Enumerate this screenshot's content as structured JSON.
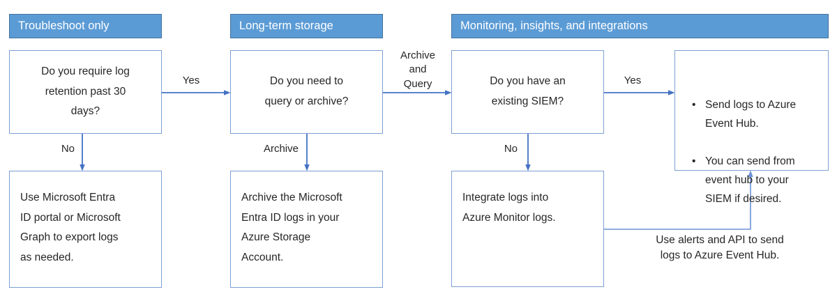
{
  "colors": {
    "background": "#FFFFFF",
    "header_fill": "#5B9BD5",
    "header_border": "#41719C",
    "header_text": "#FFFFFF",
    "box_border": "#7C9FD3",
    "arrow": "#4472C4",
    "arrow_light": "#6B93D6",
    "text": "#262626"
  },
  "headers": {
    "troubleshoot": "Troubleshoot only",
    "storage": "Long-term storage",
    "monitoring": "Monitoring, insights, and integrations"
  },
  "boxes": {
    "retention_question": "Do you require log\nretention past 30\ndays?",
    "export_logs": "Use Microsoft Entra\nID portal or Microsoft\nGraph to export logs\nas needed.",
    "query_archive_question": "Do you need to\nquery or archive?",
    "archive_storage": "Archive the Microsoft\nEntra ID logs in your\nAzure Storage\nAccount.",
    "siem_question": "Do you have an\nexisting SIEM?",
    "integrate_monitor": "Integrate logs into\nAzure Monitor logs.",
    "event_hub_bullets": [
      "Send logs to Azure\nEvent Hub.",
      "You can send from\nevent hub to your\nSIEM if desired."
    ]
  },
  "edge_labels": {
    "yes_retention": "Yes",
    "no_retention": "No",
    "archive": "Archive",
    "archive_and_query": "Archive\nand\nQuery",
    "yes_siem": "Yes",
    "no_siem": "No",
    "alerts_api": "Use alerts and API to send\nlogs to Azure Event Hub."
  }
}
